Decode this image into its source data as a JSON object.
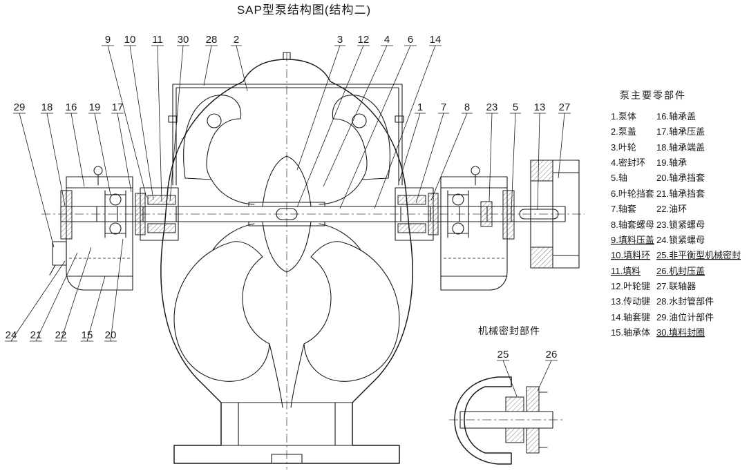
{
  "title": "SAP型泵结构图(结构二)",
  "parts_list": {
    "title": "泵主要零部件",
    "rows": [
      {
        "left": "1.泵体",
        "right": "16.轴承盖"
      },
      {
        "left": "2.泵盖",
        "right": "17.轴承压盖"
      },
      {
        "left": "3.叶轮",
        "right": "18.轴承端盖"
      },
      {
        "left": "4.密封环",
        "right": "19.轴承"
      },
      {
        "left": "5.轴",
        "right": "20.轴承挡套"
      },
      {
        "left": "6.叶轮挡套",
        "right": "21.轴承挡套"
      },
      {
        "left": "7.轴套",
        "right": "22.油环"
      },
      {
        "left": "8.轴套螺母",
        "right": "23.锁紧螺母"
      },
      {
        "left": "9.填料压盖",
        "right": "24.锁紧螺母"
      },
      {
        "left": "10.填料环",
        "right": "25.非平衡型机械密封"
      },
      {
        "left": "11.填料",
        "right": "26.机封压盖"
      },
      {
        "left": "12.叶轮键",
        "right": "27.联轴器"
      },
      {
        "left": "13.传动键",
        "right": "28.水封管部件"
      },
      {
        "left": "14.轴套键",
        "right": "29.油位计部件"
      },
      {
        "left": "15.轴承体",
        "right": "30.填料封圈"
      }
    ]
  },
  "detail_view": {
    "title": "机械密封部件"
  },
  "callouts": {
    "top_left": [
      "9",
      "10",
      "11",
      "30",
      "28",
      "2"
    ],
    "top_right": [
      "3",
      "12",
      "4",
      "6",
      "14"
    ],
    "left": [
      "29",
      "18",
      "16",
      "19",
      "17"
    ],
    "right_mid": [
      "1",
      "7",
      "8",
      "23",
      "5",
      "13",
      "27"
    ],
    "bottom_left": [
      "24",
      "21",
      "22",
      "15",
      "20"
    ],
    "detail": [
      "25",
      "26"
    ]
  },
  "colors": {
    "ink": "#1a1a1a",
    "background": "#ffffff"
  }
}
